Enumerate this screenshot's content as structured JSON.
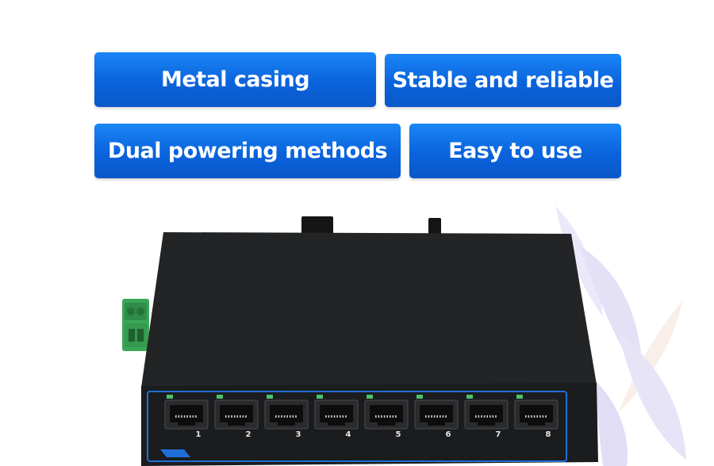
{
  "features": [
    {
      "label": "Metal casing"
    },
    {
      "label": "Stable and reliable"
    },
    {
      "label": "Dual powering methods"
    },
    {
      "label": "Easy to use"
    }
  ],
  "device": {
    "port_labels": [
      "1",
      "2",
      "3",
      "4",
      "5",
      "6",
      "7",
      "8"
    ],
    "colors": {
      "body": "#1b1c1e",
      "top": "#232426",
      "accent_blue": "#1f6fd8",
      "terminal_green": "#3aa657",
      "led_green": "#4cc26a"
    }
  }
}
